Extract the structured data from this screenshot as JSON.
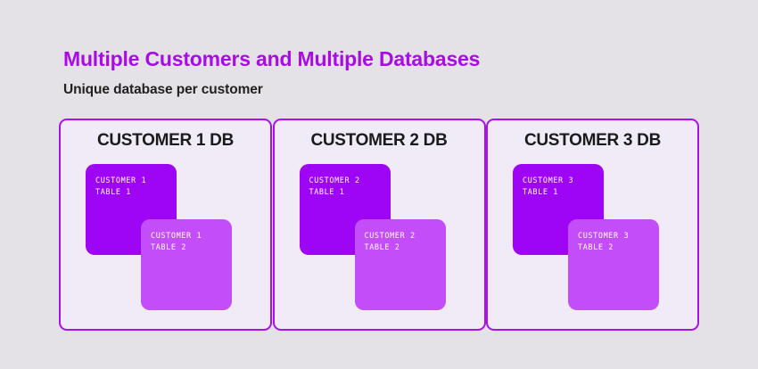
{
  "title": "Multiple Customers and Multiple Databases",
  "subtitle": "Unique database per customer",
  "colors": {
    "page_background": "#e4e2e6",
    "title_purple": "#aa0ae8",
    "panel_border": "#a912e6",
    "panel_background": "#f0ebf7",
    "card_primary": "#9f05f5",
    "card_secondary": "#c44dfa",
    "card_text": "#ffffff",
    "heading_text": "#1b1b1b"
  },
  "panels": [
    {
      "heading": "CUSTOMER 1 DB",
      "tables": [
        {
          "line1": "CUSTOMER 1",
          "line2": "TABLE 1"
        },
        {
          "line1": "CUSTOMER 1",
          "line2": "TABLE 2"
        }
      ]
    },
    {
      "heading": "CUSTOMER 2 DB",
      "tables": [
        {
          "line1": "CUSTOMER 2",
          "line2": "TABLE 1"
        },
        {
          "line1": "CUSTOMER 2",
          "line2": "TABLE 2"
        }
      ]
    },
    {
      "heading": "CUSTOMER 3 DB",
      "tables": [
        {
          "line1": "CUSTOMER 3",
          "line2": "TABLE 1"
        },
        {
          "line1": "CUSTOMER 3",
          "line2": "TABLE 2"
        }
      ]
    }
  ]
}
